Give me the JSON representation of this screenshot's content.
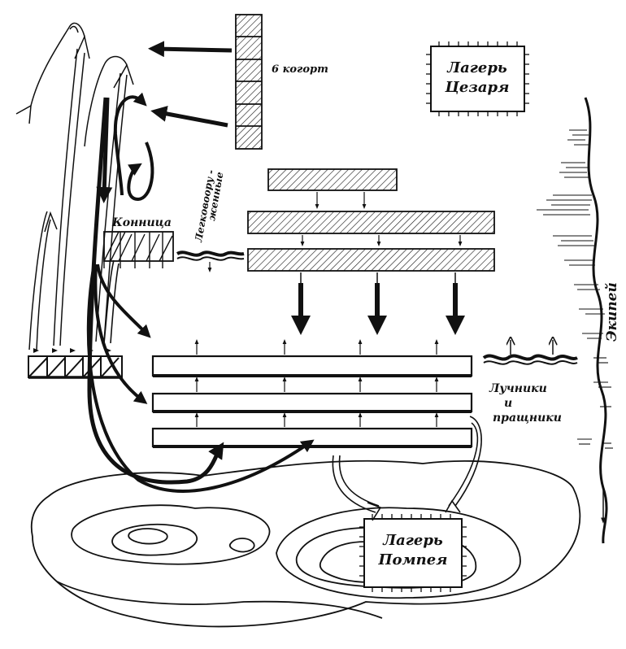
{
  "labels": {
    "caesar_camp_line1": "Лагерь",
    "caesar_camp_line2": "Цезаря",
    "cohorts": "6 когорт",
    "cavalry": "Конница",
    "light_infantry_line1": "Легковоору -",
    "light_infantry_line2": "женные",
    "archers_line1": "Лучники",
    "archers_line2": "и",
    "archers_line3": "пращники",
    "pompey_camp_line1": "Лагерь",
    "pompey_camp_line2": "Помпея",
    "river": "Экипей"
  },
  "colors": {
    "ink": "#111111",
    "paper": "#ffffff"
  }
}
